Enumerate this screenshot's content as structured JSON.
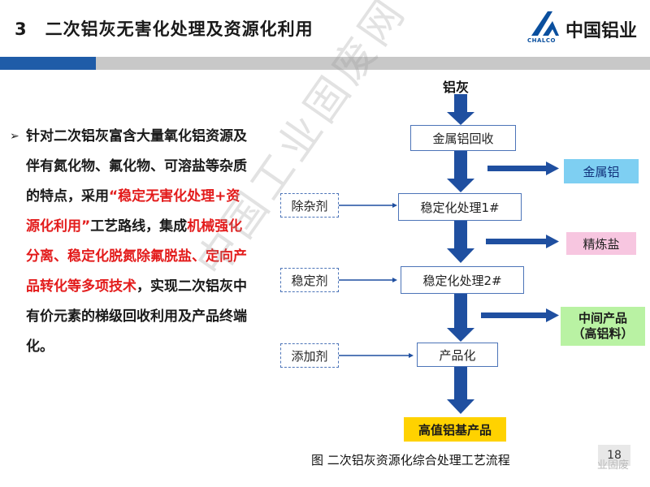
{
  "header": {
    "number": "3",
    "title": "二次铝灰无害化处理及资源化利用",
    "logo_text": "中国铝业",
    "logo_sub": "CHALCO"
  },
  "bullet": {
    "marker": "➢",
    "part1": "针对二次铝灰富含大量氧化铝资源及伴有氮化物、氟化物、可溶盐等杂质的特点，采用",
    "highlight1": "“稳定无害化处理+资源化利用”",
    "part2": "工艺路线，集成",
    "highlight2": "机械强化分离、稳定化脱氮除氟脱盐、定向产品转化等多项技术",
    "part3": "，实现二次铝灰中有价元素的梯级回收利用及产品终端化。"
  },
  "flow": {
    "input": "铝灰",
    "steps": [
      "金属铝回收",
      "稳定化处理1#",
      "稳定化处理2#",
      "产品化"
    ],
    "additives": [
      "除杂剂",
      "稳定剂",
      "添加剂"
    ],
    "outputs": {
      "metal_al": "金属铝",
      "refining_salt": "精炼盐",
      "intermediate_line1": "中间产品",
      "intermediate_line2": "（高铝料）",
      "final": "高值铝基产品"
    },
    "colors": {
      "arrow": "#1f4fa0",
      "box_border": "#4c74b8",
      "metal_al_bg": "#7ecff2",
      "refining_salt_bg": "#f7c6e0",
      "intermediate_bg": "#b9f2a3",
      "final_bg": "#ffd200"
    }
  },
  "caption": "图 二次铝灰资源化综合处理工艺流程",
  "page_number": "18",
  "watermark": {
    "main": "中国工业固废网",
    "corner": "业固废"
  }
}
